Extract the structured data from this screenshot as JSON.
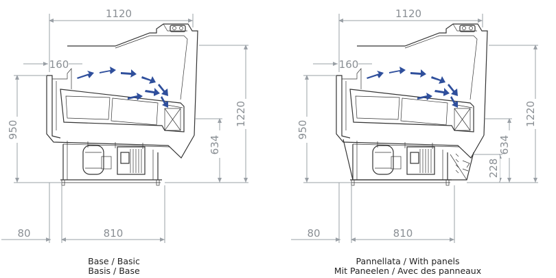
{
  "left_view": {
    "width_dim": "1120",
    "top_offset_dim": "160",
    "height_dim": "950",
    "total_height_dim": "1220",
    "counter_height_dim": "634",
    "left_dim": "80",
    "base_dim": "810",
    "caption_line1": "Base / Basic",
    "caption_line2": "Basis  / Base"
  },
  "right_view": {
    "width_dim": "1120",
    "top_offset_dim": "160",
    "height_dim": "950",
    "total_height_dim": "1220",
    "counter_height_dim": "634",
    "panel_dim": "228",
    "left_dim": "80",
    "base_dim": "810",
    "caption_line1": "Pannellata / With panels",
    "caption_line2": "Mit Paneelen / Avec des panneaux"
  },
  "colors": {
    "airflow": "#2f4f9c",
    "dimension": "#8a8f94",
    "outline": "#333333"
  }
}
